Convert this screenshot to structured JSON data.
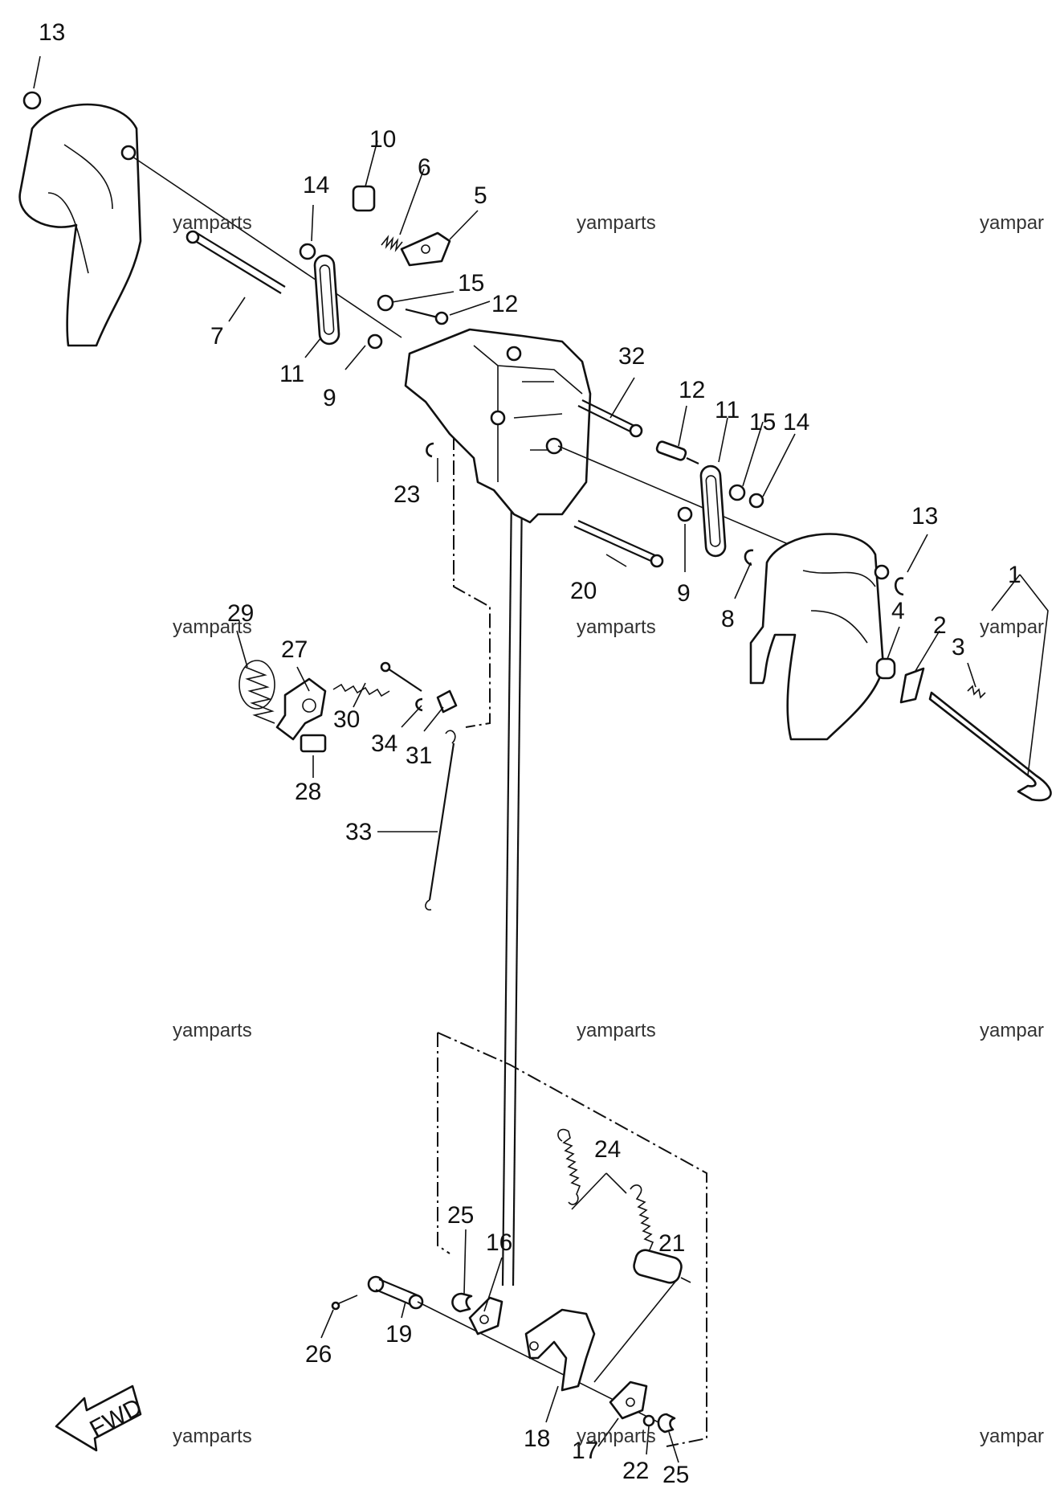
{
  "watermark": "yamparts",
  "watermark_cut": "yampar",
  "fwd_label": "FWD",
  "callouts": {
    "p1": "1",
    "p2": "2",
    "p3": "3",
    "p4": "4",
    "p5": "5",
    "p6": "6",
    "p7": "7",
    "p8": "8",
    "p9a": "9",
    "p9b": "9",
    "p10": "10",
    "p11a": "11",
    "p11b": "11",
    "p12a": "12",
    "p12b": "12",
    "p13a": "13",
    "p13b": "13",
    "p14a": "14",
    "p14b": "14",
    "p15a": "15",
    "p15b": "15",
    "p16": "16",
    "p17": "17",
    "p18": "18",
    "p19": "19",
    "p20": "20",
    "p21": "21",
    "p22": "22",
    "p23": "23",
    "p24": "24",
    "p25a": "25",
    "p25b": "25",
    "p26": "26",
    "p27": "27",
    "p28": "28",
    "p29": "29",
    "p30": "30",
    "p31": "31",
    "p32": "32",
    "p33": "33",
    "p34": "34"
  }
}
